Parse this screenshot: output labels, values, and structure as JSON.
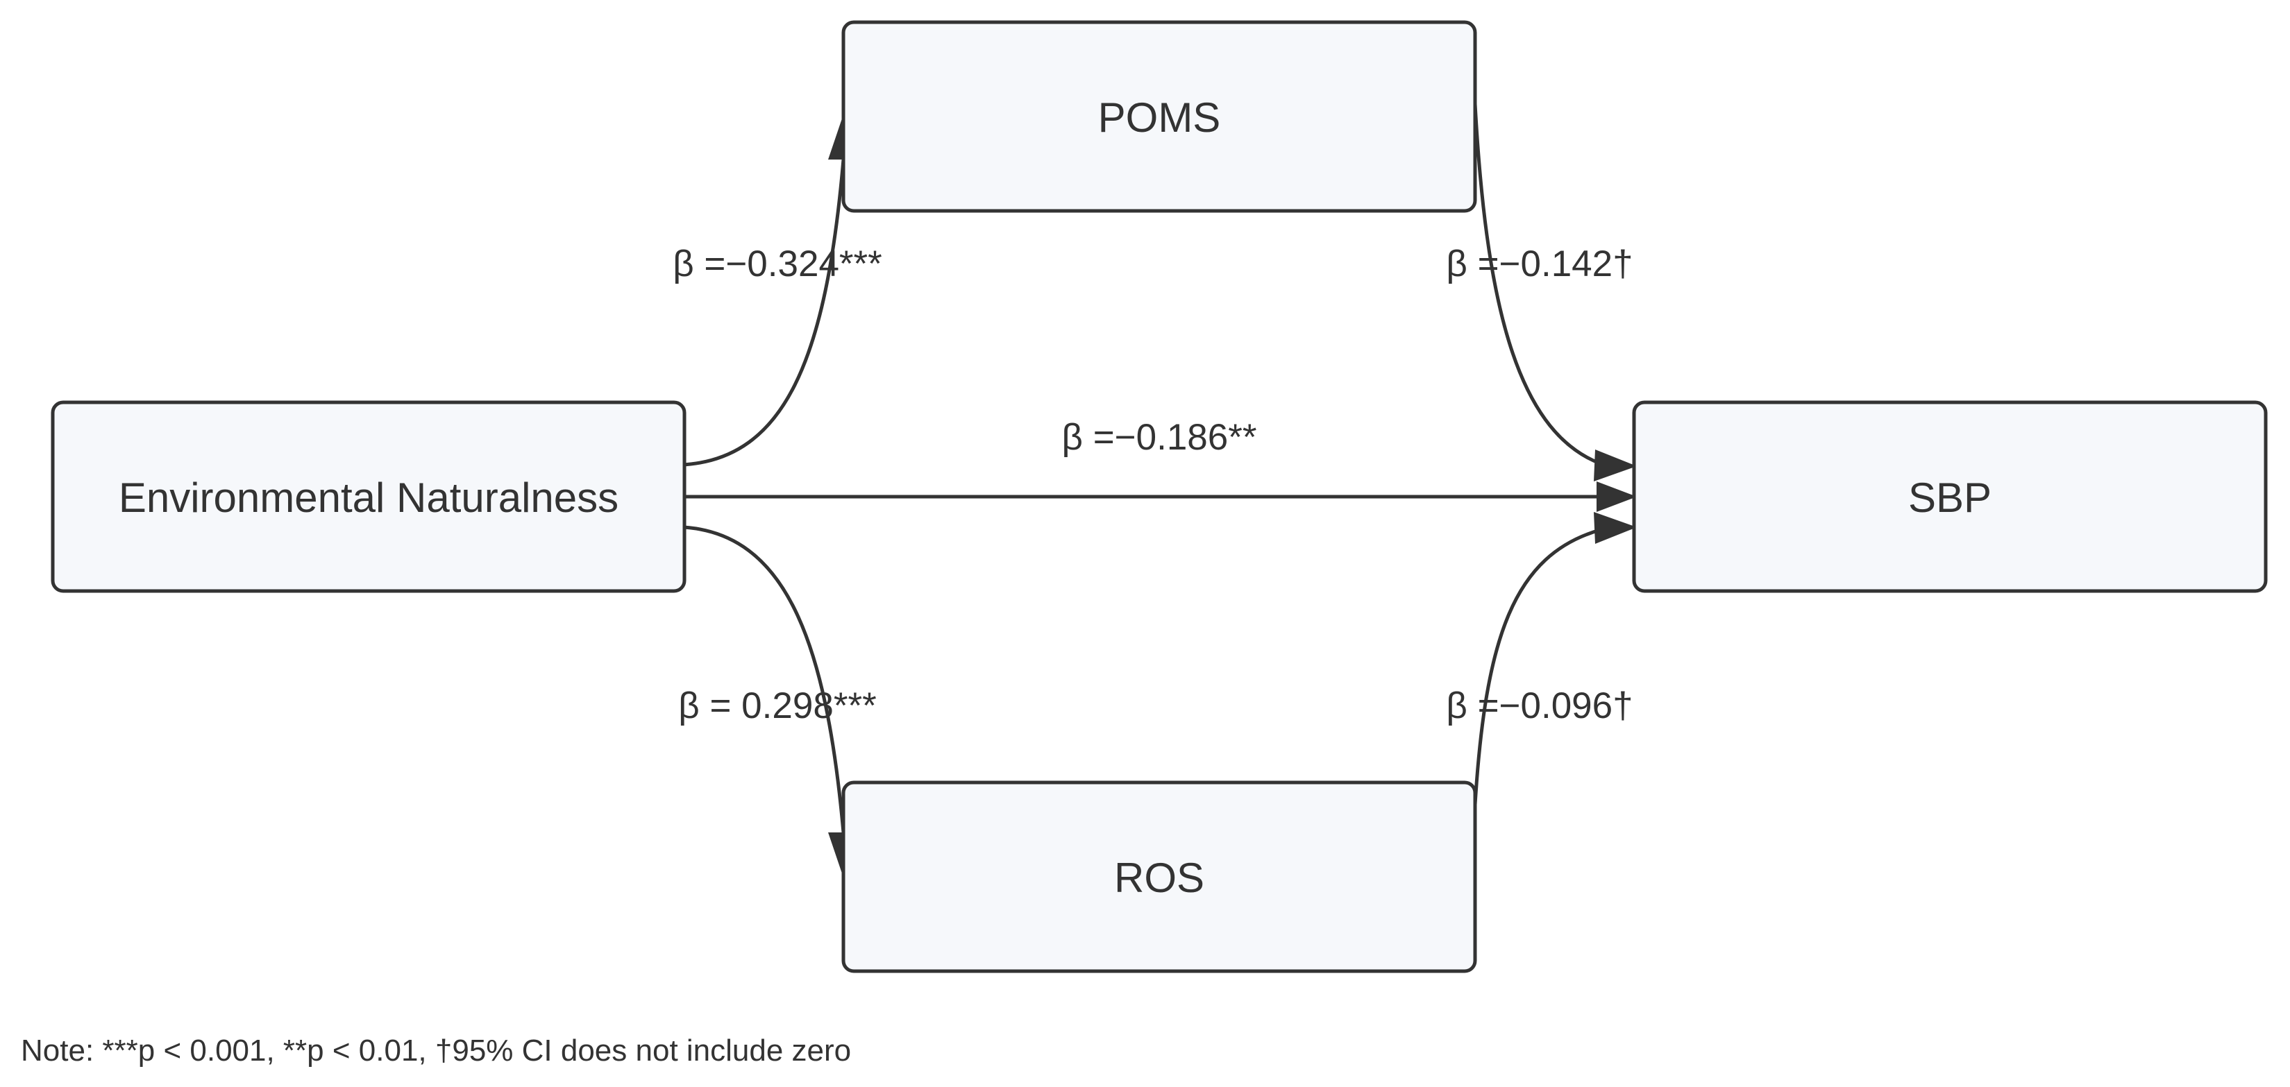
{
  "diagram": {
    "nodes": {
      "environmental_naturalness": "Environmental Naturalness",
      "poms": "POMS",
      "ros": "ROS",
      "sbp": "SBP"
    },
    "edges": {
      "en_to_poms": "β =−0.324***",
      "en_to_ros": "β = 0.298***",
      "en_to_sbp": "β =−0.186**",
      "poms_to_sbp": "β =−0.142†",
      "ros_to_sbp": "β =−0.096†"
    }
  },
  "note": "Note: ***p < 0.001, **p < 0.01, †95% CI does not include zero"
}
